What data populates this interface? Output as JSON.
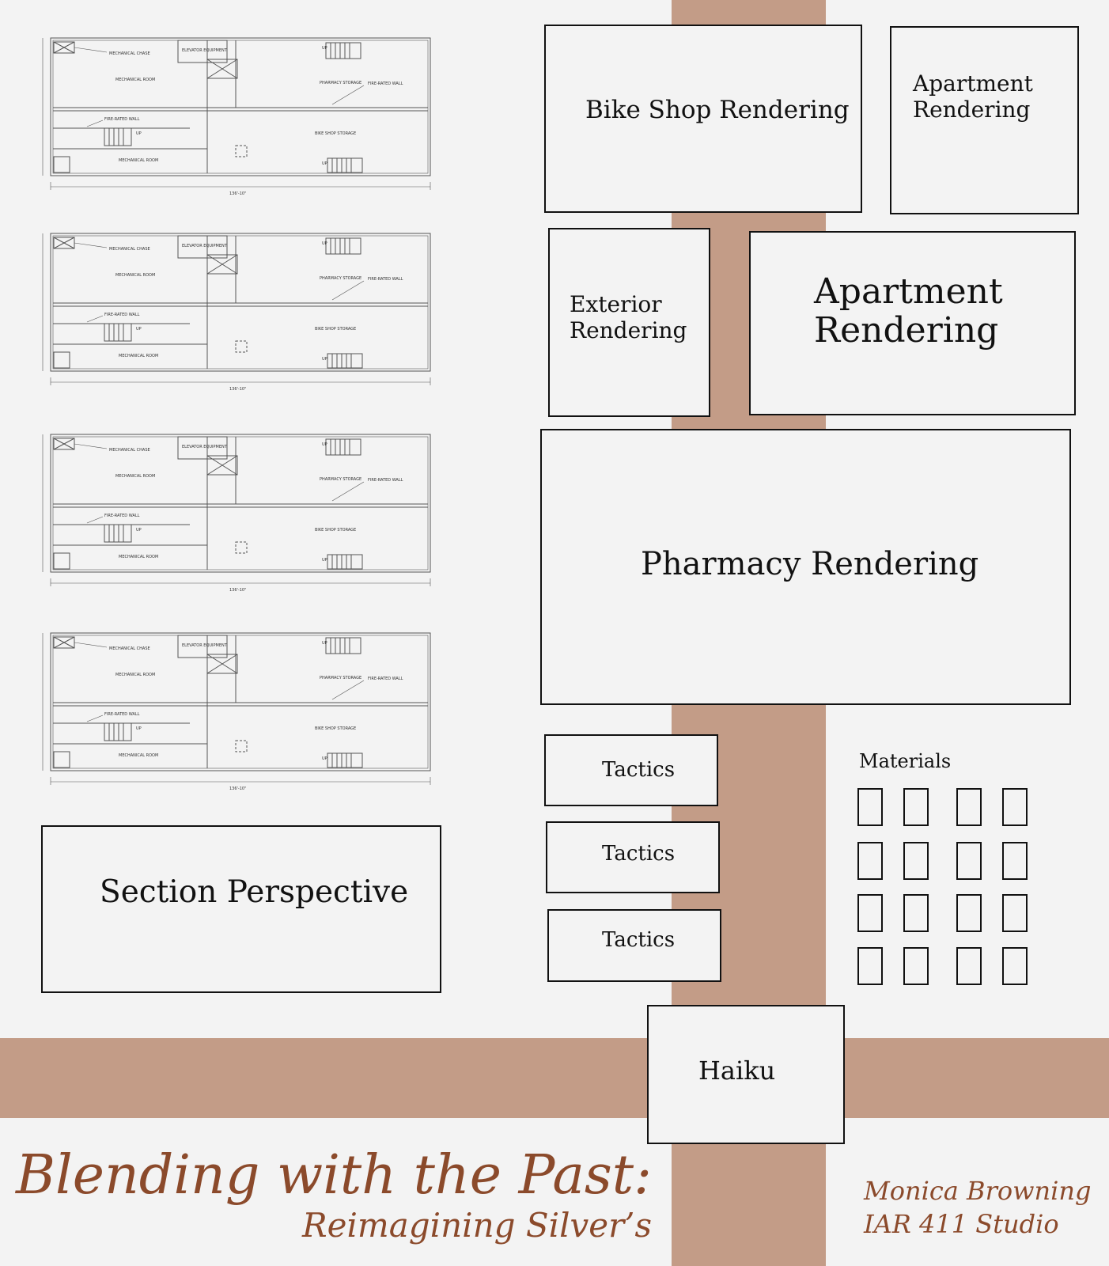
{
  "colors": {
    "band": "#c39c87",
    "title": "#8b4a2b",
    "background": "#f3f3f3"
  },
  "panels": {
    "bike_shop": "Bike Shop Rendering",
    "apartment_small": "Apartment\nRendering",
    "exterior": "Exterior\nRendering",
    "apartment_large": "Apartment\nRendering",
    "pharmacy": "Pharmacy Rendering",
    "section": "Section Perspective",
    "tactics": [
      "Tactics",
      "Tactics",
      "Tactics"
    ],
    "materials": "Materials",
    "haiku": "Haiku"
  },
  "floor_plan": {
    "labels": {
      "mechanical_chase": "MECHANICAL CHASE",
      "elevator_equipment": "ELEVATOR EQUIPMENT",
      "mechanical_room": "MECHANICAL ROOM",
      "pharmacy_storage": "PHARMACY STORAGE",
      "fire_rated_wall": "FIRE-RATED WALL",
      "bike_shop_storage": "BIKE SHOP STORAGE",
      "up": "UP",
      "dimension": "136'-10\""
    }
  },
  "footer": {
    "title": "Blending with the Past:",
    "subtitle": "Reimagining Silver’s",
    "author": "Monica Browning",
    "course": "IAR 411 Studio"
  }
}
